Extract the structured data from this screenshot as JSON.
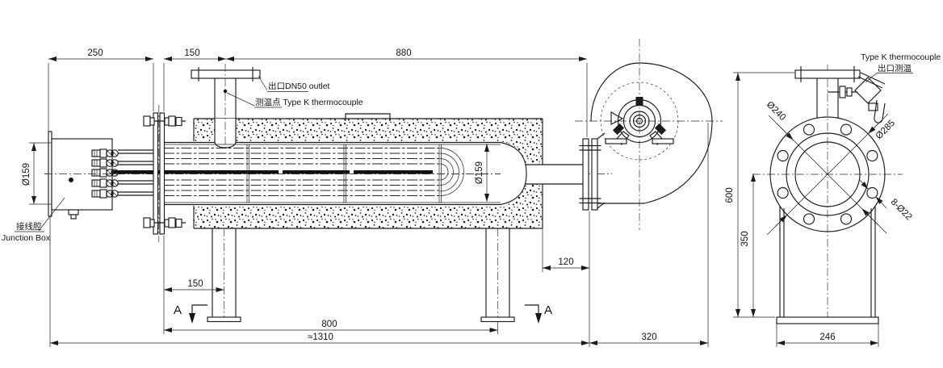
{
  "labels": {
    "outlet": "出口DN50 outlet",
    "tc_point": "测温点 Type K thermocouple",
    "junction_box_cn": "接线腔",
    "junction_box_en": "Junction Box",
    "type_k": "Type K thermocouple",
    "outlet_temp": "出口测温",
    "section_a": "A"
  },
  "dims": {
    "d250": "250",
    "d150_top": "150",
    "d880": "880",
    "dia159_left": "Ø159",
    "dia159_right": "Ø159",
    "d120": "120",
    "d150_bottom": "150",
    "d800": "800",
    "d1310": "≈1310",
    "d320": "320",
    "d600": "600",
    "d350": "350",
    "d246": "246",
    "dia240": "Ø240",
    "dia285": "Ø285",
    "d8d22": "8-Ø22"
  }
}
